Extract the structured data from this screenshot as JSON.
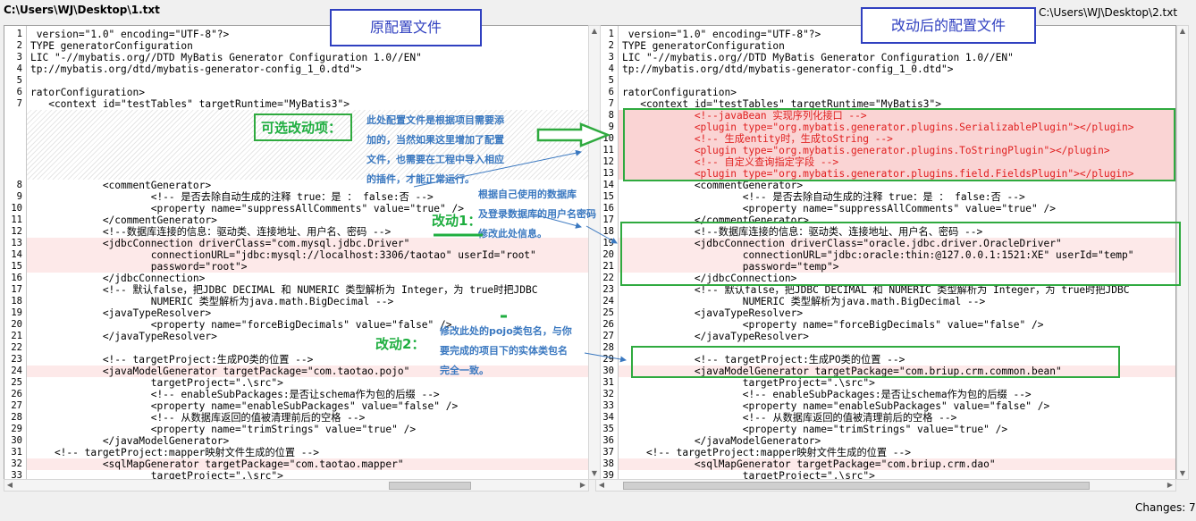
{
  "left_path": "C:\\Users\\WJ\\Desktop\\1.txt",
  "right_path": "C:\\Users\\WJ\\Desktop\\2.txt",
  "left_title": "原配置文件",
  "right_title": "改动后的配置文件",
  "status": "Changes: 7",
  "colors": {
    "accent_green": "#2faa3f",
    "note_blue": "#3a78c0",
    "title_blue": "#3040c0",
    "changed_text": "#e02020"
  },
  "annotations": {
    "optional_label": "可选改动项：",
    "optional_note": [
      "此处配置文件是根据项目需要添",
      "加的，当然如果这里增加了配置",
      "文件，也需要在工程中导入相应",
      "的插件，才能正常运行。"
    ],
    "change1_label": "改动1：",
    "change1_note": [
      "根据自己使用的数据库",
      "及登录数据库的用户名密码",
      "修改此处信息。"
    ],
    "change2_label": "改动2：",
    "change2_note": [
      "修改此处的pojo类包名，与你",
      "要完成的项目下的实体类包名",
      "完全一致。"
    ]
  },
  "left_lines": [
    {
      "n": "1",
      "t": " version=\"1.0\" encoding=\"UTF-8\"?>"
    },
    {
      "n": "2",
      "t": "TYPE generatorConfiguration"
    },
    {
      "n": "3",
      "t": "LIC \"-//mybatis.org//DTD MyBatis Generator Configuration 1.0//EN\""
    },
    {
      "n": "4",
      "t": "tp://mybatis.org/dtd/mybatis-generator-config_1_0.dtd\">"
    },
    {
      "n": "5",
      "t": ""
    },
    {
      "n": "6",
      "t": "ratorConfiguration>"
    },
    {
      "n": "7",
      "t": "   <context id=\"testTables\" targetRuntime=\"MyBatis3\">"
    },
    {
      "n": "",
      "t": "",
      "gap": true
    },
    {
      "n": "8",
      "t": "            <commentGenerator>"
    },
    {
      "n": "9",
      "t": "                    <!-- 是否去除自动生成的注释 true：是 ： false:否 -->"
    },
    {
      "n": "10",
      "t": "                    <property name=\"suppressAllComments\" value=\"true\" />"
    },
    {
      "n": "11",
      "t": "            </commentGenerator>"
    },
    {
      "n": "12",
      "t": "            <!--数据库连接的信息：驱动类、连接地址、用户名、密码 -->"
    },
    {
      "n": "13",
      "t": "            <jdbcConnection driverClass=\"com.mysql.jdbc.Driver\"",
      "mod": true
    },
    {
      "n": "14",
      "t": "                    connectionURL=\"jdbc:mysql://localhost:3306/taotao\" userId=\"root\"",
      "mod": true
    },
    {
      "n": "15",
      "t": "                    password=\"root\">",
      "mod": true
    },
    {
      "n": "16",
      "t": "            </jdbcConnection>"
    },
    {
      "n": "17",
      "t": "            <!-- 默认false，把JDBC DECIMAL 和 NUMERIC 类型解析为 Integer，为 true时把JDBC"
    },
    {
      "n": "18",
      "t": "                    NUMERIC 类型解析为java.math.BigDecimal -->"
    },
    {
      "n": "19",
      "t": "            <javaTypeResolver>"
    },
    {
      "n": "20",
      "t": "                    <property name=\"forceBigDecimals\" value=\"false\" />"
    },
    {
      "n": "21",
      "t": "            </javaTypeResolver>"
    },
    {
      "n": "22",
      "t": ""
    },
    {
      "n": "23",
      "t": "            <!-- targetProject:生成PO类的位置 -->"
    },
    {
      "n": "24",
      "t": "            <javaModelGenerator targetPackage=\"com.taotao.pojo\"",
      "mod": true
    },
    {
      "n": "25",
      "t": "                    targetProject=\".\\src\">"
    },
    {
      "n": "26",
      "t": "                    <!-- enableSubPackages:是否让schema作为包的后缀 -->"
    },
    {
      "n": "27",
      "t": "                    <property name=\"enableSubPackages\" value=\"false\" />"
    },
    {
      "n": "28",
      "t": "                    <!-- 从数据库返回的值被清理前后的空格 -->"
    },
    {
      "n": "29",
      "t": "                    <property name=\"trimStrings\" value=\"true\" />"
    },
    {
      "n": "30",
      "t": "            </javaModelGenerator>"
    },
    {
      "n": "31",
      "t": "    <!-- targetProject:mapper映射文件生成的位置 -->"
    },
    {
      "n": "32",
      "t": "            <sqlMapGenerator targetPackage=\"com.taotao.mapper\"",
      "mod": true
    },
    {
      "n": "33",
      "t": "                    targetProject=\".\\src\">"
    }
  ],
  "right_lines": [
    {
      "n": "1",
      "t": " version=\"1.0\" encoding=\"UTF-8\"?>"
    },
    {
      "n": "2",
      "t": "TYPE generatorConfiguration"
    },
    {
      "n": "3",
      "t": "LIC \"-//mybatis.org//DTD MyBatis Generator Configuration 1.0//EN\""
    },
    {
      "n": "4",
      "t": "tp://mybatis.org/dtd/mybatis-generator-config_1_0.dtd\">"
    },
    {
      "n": "5",
      "t": ""
    },
    {
      "n": "6",
      "t": "ratorConfiguration>"
    },
    {
      "n": "7",
      "t": "   <context id=\"testTables\" targetRuntime=\"MyBatis3\">"
    },
    {
      "n": "8",
      "t": "            <!--javaBean 实现序列化接口 -->",
      "add": true
    },
    {
      "n": "9",
      "t": "            <plugin type=\"org.mybatis.generator.plugins.SerializablePlugin\"></plugin>",
      "add": true
    },
    {
      "n": "10",
      "t": "            <!-- 生成entity时，生成toString -->",
      "add": true
    },
    {
      "n": "11",
      "t": "            <plugin type=\"org.mybatis.generator.plugins.ToStringPlugin\"></plugin>",
      "add": true
    },
    {
      "n": "12",
      "t": "            <!-- 自定义查询指定字段 -->",
      "add": true
    },
    {
      "n": "13",
      "t": "            <plugin type=\"org.mybatis.generator.plugins.field.FieldsPlugin\"></plugin>",
      "add": true
    },
    {
      "n": "14",
      "t": "            <commentGenerator>"
    },
    {
      "n": "15",
      "t": "                    <!-- 是否去除自动生成的注释 true：是 ： false:否 -->"
    },
    {
      "n": "16",
      "t": "                    <property name=\"suppressAllComments\" value=\"true\" />"
    },
    {
      "n": "17",
      "t": "            </commentGenerator>"
    },
    {
      "n": "18",
      "t": "            <!--数据库连接的信息：驱动类、连接地址、用户名、密码 -->"
    },
    {
      "n": "19",
      "t": "            <jdbcConnection driverClass=\"oracle.jdbc.driver.OracleDriver\"",
      "mod": true
    },
    {
      "n": "20",
      "t": "                    connectionURL=\"jdbc:oracle:thin:@127.0.0.1:1521:XE\" userId=\"temp\"",
      "mod": true
    },
    {
      "n": "21",
      "t": "                    password=\"temp\">",
      "mod": true
    },
    {
      "n": "22",
      "t": "            </jdbcConnection>"
    },
    {
      "n": "23",
      "t": "            <!-- 默认false，把JDBC DECIMAL 和 NUMERIC 类型解析为 Integer，为 true时把JDBC"
    },
    {
      "n": "24",
      "t": "                    NUMERIC 类型解析为java.math.BigDecimal -->"
    },
    {
      "n": "25",
      "t": "            <javaTypeResolver>"
    },
    {
      "n": "26",
      "t": "                    <property name=\"forceBigDecimals\" value=\"false\" />"
    },
    {
      "n": "27",
      "t": "            </javaTypeResolver>"
    },
    {
      "n": "28",
      "t": ""
    },
    {
      "n": "29",
      "t": "            <!-- targetProject:生成PO类的位置 -->"
    },
    {
      "n": "30",
      "t": "            <javaModelGenerator targetPackage=\"com.briup.crm.common.bean\"",
      "mod": true
    },
    {
      "n": "31",
      "t": "                    targetProject=\".\\src\">"
    },
    {
      "n": "32",
      "t": "                    <!-- enableSubPackages:是否让schema作为包的后缀 -->"
    },
    {
      "n": "33",
      "t": "                    <property name=\"enableSubPackages\" value=\"false\" />"
    },
    {
      "n": "34",
      "t": "                    <!-- 从数据库返回的值被清理前后的空格 -->"
    },
    {
      "n": "35",
      "t": "                    <property name=\"trimStrings\" value=\"true\" />"
    },
    {
      "n": "36",
      "t": "            </javaModelGenerator>"
    },
    {
      "n": "37",
      "t": "    <!-- targetProject:mapper映射文件生成的位置 -->"
    },
    {
      "n": "38",
      "t": "            <sqlMapGenerator targetPackage=\"com.briup.crm.dao\"",
      "mod": true
    },
    {
      "n": "39",
      "t": "                    targetProject=\".\\src\">"
    }
  ]
}
